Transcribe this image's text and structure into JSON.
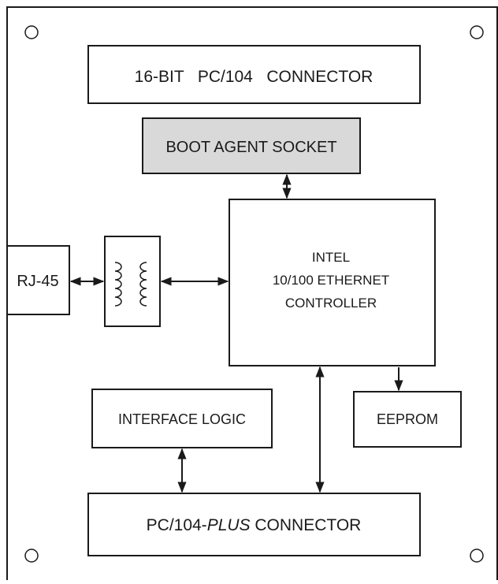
{
  "labels": {
    "pc104_16bit": "16-BIT   PC/104   CONNECTOR",
    "boot_agent": "BOOT AGENT SOCKET",
    "controller_line1": "INTEL",
    "controller_line2": "10/100 ETHERNET",
    "controller_line3": "CONTROLLER",
    "rj45": "RJ-45",
    "interface_logic": "INTERFACE LOGIC",
    "eeprom": "EEPROM",
    "pc104plus_prefix": "PC/104-",
    "pc104plus_italic": "PLUS",
    "pc104plus_suffix": " CONNECTOR"
  },
  "colors": {
    "line": "#1a1a1a",
    "socket_fill": "#d9d9d9",
    "box_fill": "#ffffff"
  }
}
